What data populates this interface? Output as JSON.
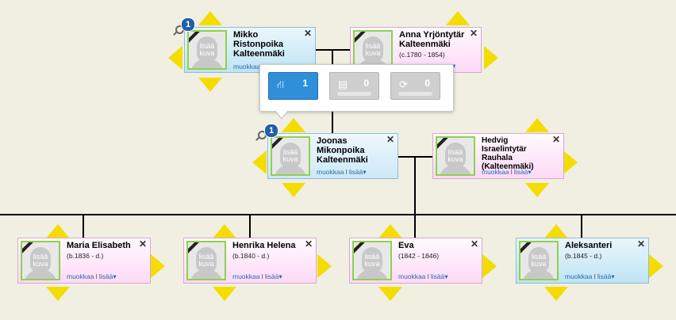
{
  "colors": {
    "background": "#f0efe2",
    "pink_card": "#fdd9f6",
    "blue_card": "#bfe4f4",
    "arrow": "#f5dc00",
    "photo_border": "#8fd24a",
    "link": "#2a6bb0",
    "badge": "#1f5fa6",
    "popup_active": "#2f8fd9"
  },
  "photo_placeholder_line1": "lisää",
  "photo_placeholder_line2": "kuva",
  "link_edit": "muokkaa",
  "link_separator": "I",
  "link_more": "lisää",
  "more_arrow": "▾",
  "close_symbol": "✕",
  "grandparents": {
    "father": {
      "name_line1": "Mikko",
      "name_line2": "Ristonpoika",
      "name_line3": "Kalteenmäki",
      "dates": "",
      "badge": "1"
    },
    "mother": {
      "name_line1": "Anna Yrjöntytär",
      "name_line2": "Kalteenmäki",
      "dates": "(c.1780 - 1854)"
    }
  },
  "parents": {
    "father": {
      "name_line1": "Joonas",
      "name_line2": "Mikonpoika",
      "name_line3": "Kalteenmäki",
      "badge": "1"
    },
    "mother": {
      "name_line1": "Hedvig",
      "name_line2": "Israelintytär",
      "name_line3": "Rauhala",
      "name_line4": "(Kalteenmäki)"
    }
  },
  "children": [
    {
      "name": "Maria Elisabeth",
      "dates": "(b.1836 - d.)"
    },
    {
      "name": "Henrika Helena",
      "dates": "(b.1840 - d.)"
    },
    {
      "name": "Eva",
      "dates": "(1842 - 1846)"
    },
    {
      "name": "Aleksanteri",
      "dates": "(b.1845 - d.)"
    }
  ],
  "popup": {
    "buttons": [
      {
        "icon": "family-tree-icon",
        "glyph": "⛙",
        "count": "1",
        "active": true
      },
      {
        "icon": "document-icon",
        "glyph": "▤",
        "count": "0",
        "active": false
      },
      {
        "icon": "sync-icon",
        "glyph": "⟳",
        "count": "0",
        "active": false
      }
    ]
  }
}
